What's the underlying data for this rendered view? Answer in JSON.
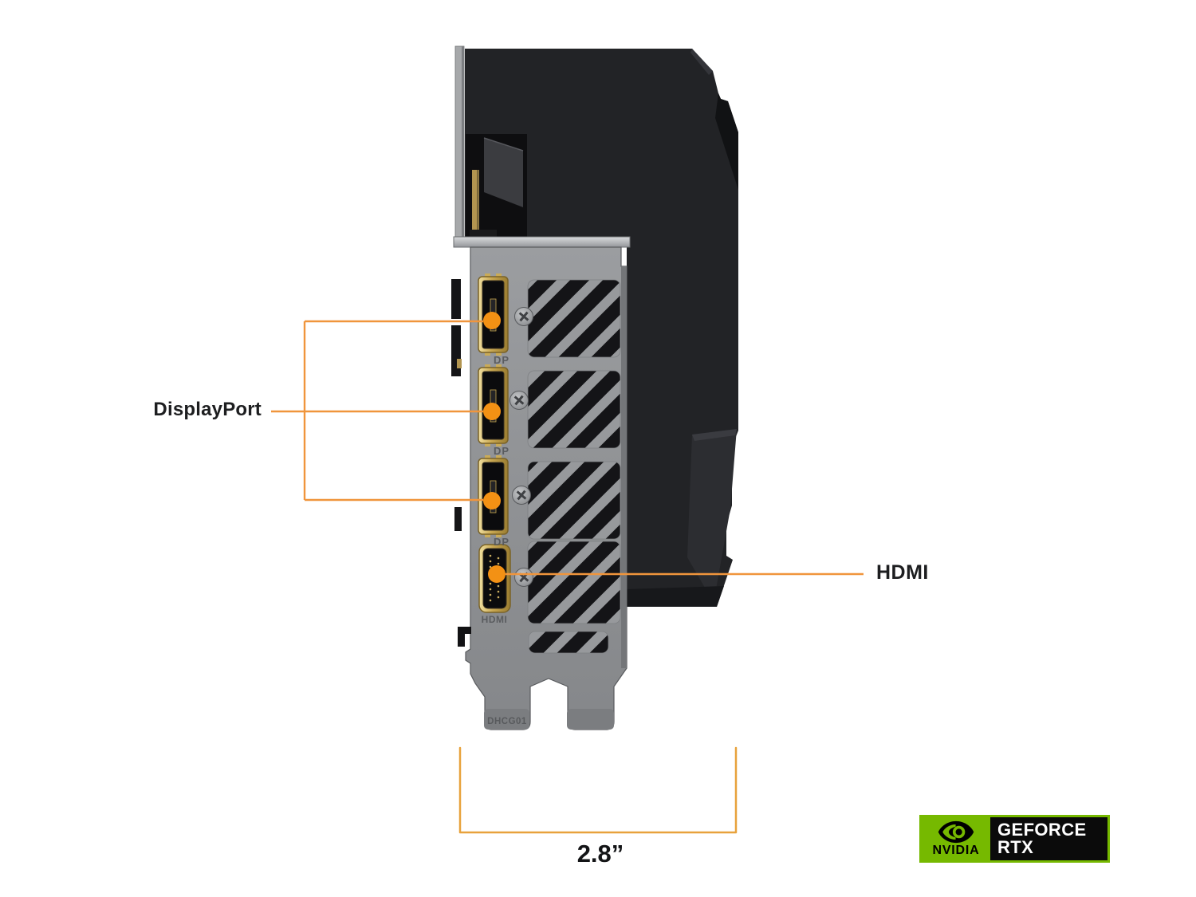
{
  "scene": {
    "background": "#ffffff"
  },
  "callouts": {
    "displayport": {
      "label": "DisplayPort"
    },
    "hdmi": {
      "label": "HDMI"
    },
    "width_measurement": {
      "label": "2.8”"
    },
    "dot_color": "#F39114",
    "line_color": "#F0953C",
    "measure_color": "#E8A23C"
  },
  "card": {
    "stamps": {
      "dp": "DP",
      "hdmi": "HDMI",
      "serial": "DHCG01"
    }
  },
  "badge": {
    "brand": "NVIDIA",
    "product_line1": "GEFORCE",
    "product_line2": "RTX",
    "green": "#76B900"
  }
}
